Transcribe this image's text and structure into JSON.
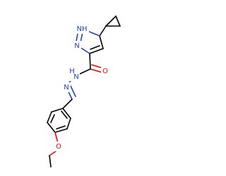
{
  "molecule": {
    "atoms": {
      "nh": "NH",
      "n_ring": "N",
      "n_hydrazide_h": "H",
      "n_hydrazide": "N",
      "n_imine": "N",
      "o_carbonyl": "O",
      "o_ether": "O"
    },
    "colors": {
      "carbon_bond": "#000000",
      "nitrogen": "#1c3fd3",
      "oxygen": "#ff0000",
      "background": "#ffffff"
    }
  }
}
